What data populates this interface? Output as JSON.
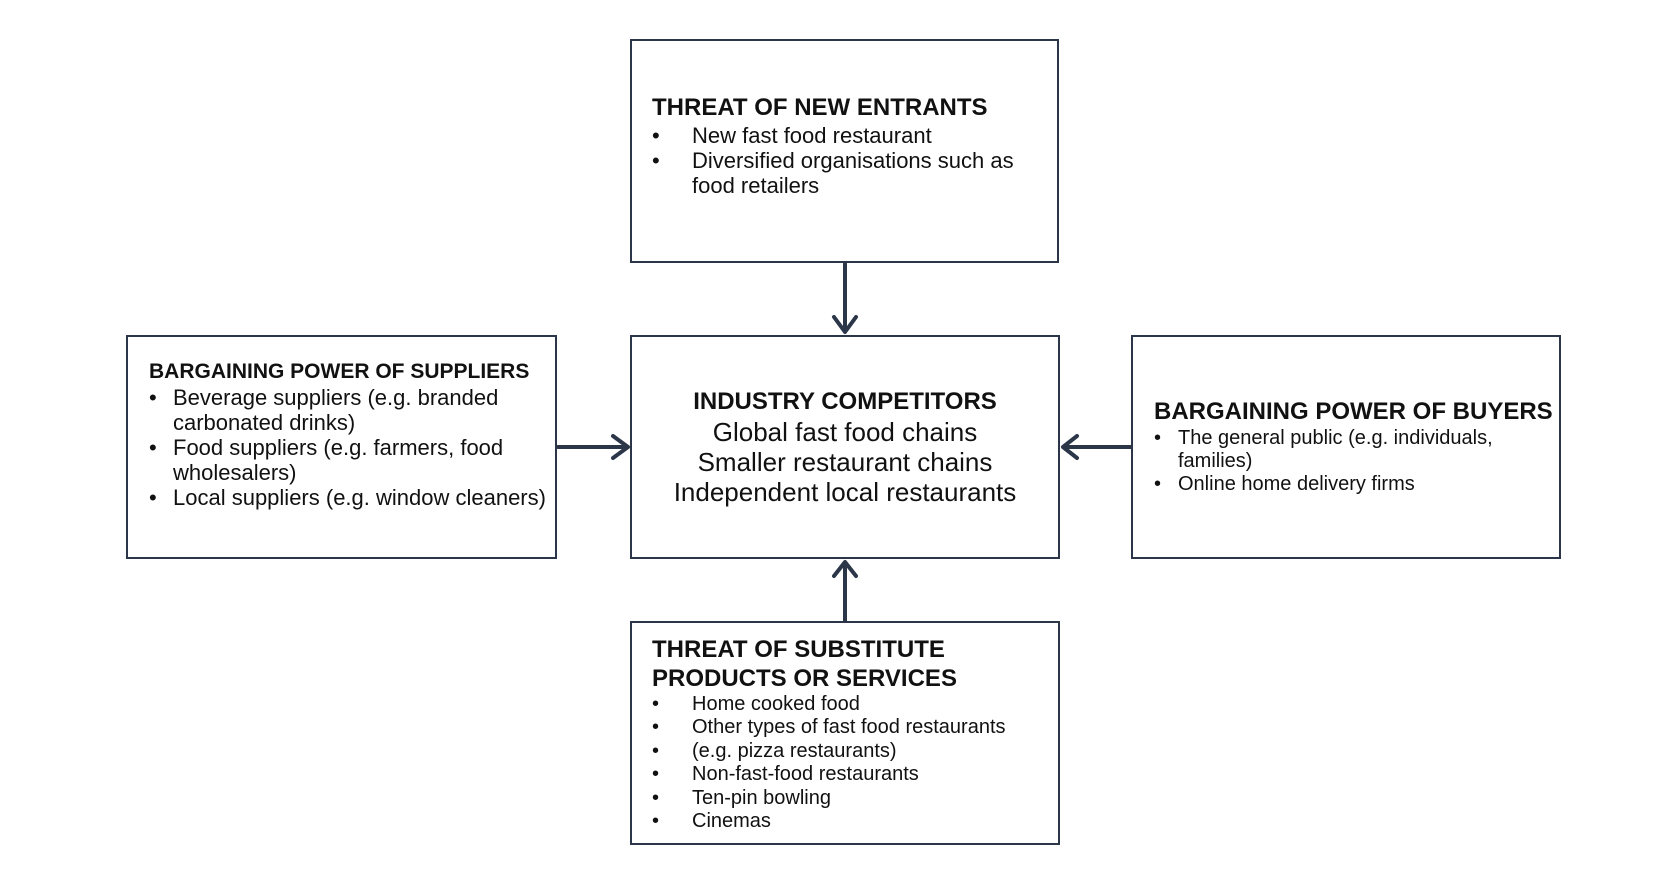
{
  "top": {
    "title": "THREAT OF NEW ENTRANTS",
    "items": [
      "New fast food restaurant",
      "Diversified organisations such as food retailers"
    ]
  },
  "left": {
    "title": "BARGAINING POWER OF SUPPLIERS",
    "items": [
      "Beverage suppliers (e.g. branded carbonated drinks)",
      "Food suppliers (e.g. farmers, food wholesalers)",
      "Local suppliers (e.g. window cleaners)"
    ]
  },
  "center": {
    "title": "INDUSTRY COMPETITORS",
    "lines": [
      "Global fast food chains",
      "Smaller restaurant chains",
      "Independent local restaurants"
    ]
  },
  "right": {
    "title": "BARGAINING POWER OF BUYERS",
    "items": [
      "The general public (e.g. individuals, families)",
      "Online home delivery firms"
    ]
  },
  "bottom": {
    "title_line1": "THREAT OF SUBSTITUTE",
    "title_line2": "PRODUCTS OR SERVICES",
    "items": [
      "Home cooked food",
      "Other types of fast food restaurants",
      "(e.g. pizza restaurants)",
      "Non-fast-food restaurants",
      "Ten-pin bowling",
      "Cinemas"
    ]
  },
  "bullet": "•",
  "colors": {
    "border": "#2b3648",
    "arrow": "#2b3648",
    "text": "#111111"
  }
}
